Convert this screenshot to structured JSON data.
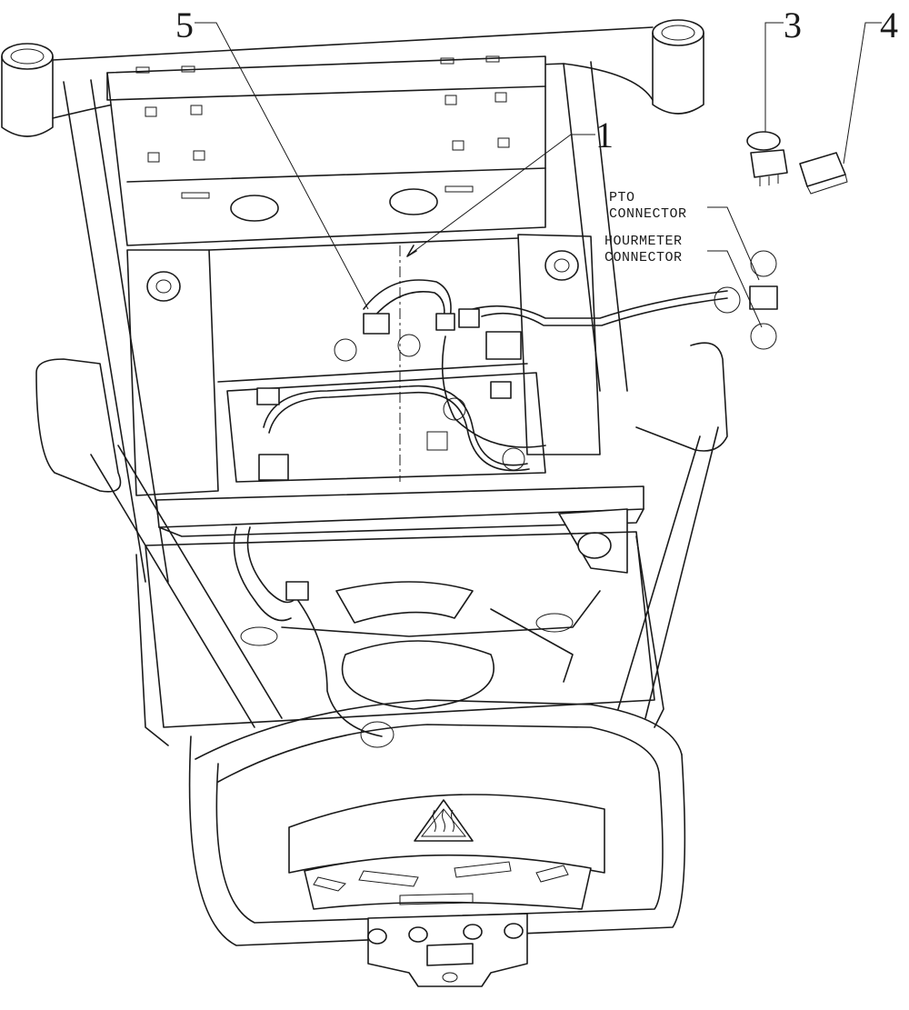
{
  "callouts": {
    "c1": "1",
    "c3": "3",
    "c4": "4",
    "c5": "5"
  },
  "labels": {
    "pto_line1": "PTO",
    "pto_line2": "CONNECTOR",
    "hour_line1": "HOURMETER",
    "hour_line2": "CONNECTOR"
  },
  "heat_icon": "hot-surface-warning-icon"
}
